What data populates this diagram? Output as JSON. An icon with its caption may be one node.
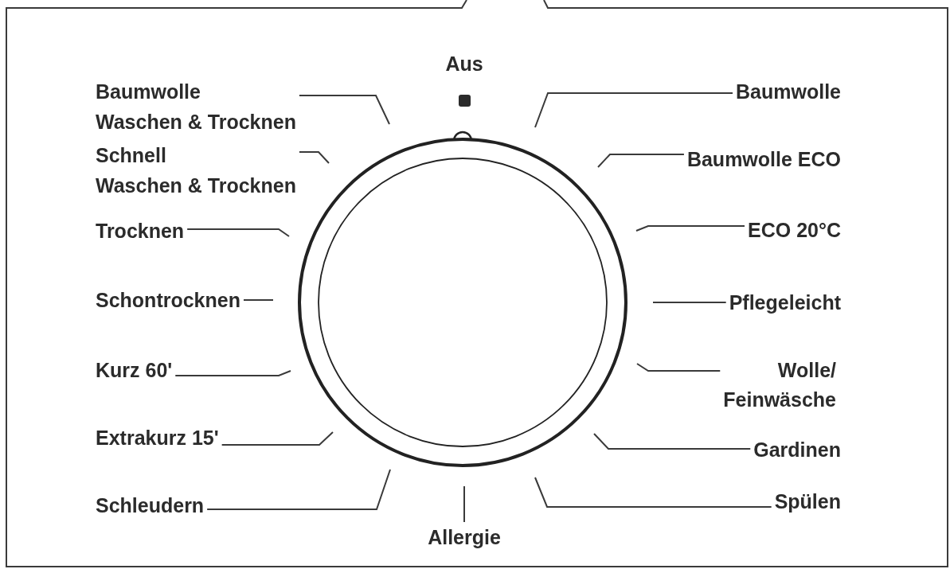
{
  "diagram": {
    "nodes": [
      {
        "text": [
          "Baumwolle Waschen & Trocknen"
        ]
      },
      {
        "text": [
          "Baumwolle"
        ]
      },
      {
        "text": [
          "Schnell Waschen & Trocknen"
        ]
      },
      {
        "text": [
          "Baumwolle ECO"
        ]
      },
      {
        "text": [
          "Trocknen"
        ]
      },
      {
        "text": [
          "ECO 20°C"
        ]
      },
      {
        "text": [
          "Schontrocknen"
        ]
      },
      {
        "text": [
          "Pflegeleicht"
        ]
      },
      {
        "text": [
          "Kurz 60'"
        ]
      },
      {
        "text": [
          "Wolle/ Feinwäsche"
        ]
      },
      {
        "text": [
          "Extrakurz 15'"
        ]
      },
      {
        "text": [
          "Gardinen"
        ]
      },
      {
        "text": [
          "Schleudern"
        ]
      },
      {
        "text": [
          "Spülen"
        ]
      },
      {
        "text": [
          "Allergie"
        ]
      }
    ],
    "edges": [
      {
        "from": 0,
        "to": null,
        "arrow": "none"
      },
      {
        "from": 1,
        "to": null,
        "arrow": "none"
      },
      {
        "from": 2,
        "to": null,
        "arrow": "none"
      },
      {
        "from": 3,
        "to": null,
        "arrow": "none"
      },
      {
        "from": 4,
        "to": null,
        "arrow": "none"
      },
      {
        "from": 5,
        "to": null,
        "arrow": "none"
      },
      {
        "from": 6,
        "to": null,
        "arrow": "none"
      },
      {
        "from": 7,
        "to": null,
        "arrow": "none"
      },
      {
        "from": 8,
        "to": null,
        "arrow": "none"
      },
      {
        "from": 9,
        "to": null,
        "arrow": "none"
      },
      {
        "from": 10,
        "to": null,
        "arrow": "none"
      },
      {
        "from": 11,
        "to": null,
        "arrow": "none"
      },
      {
        "from": 12,
        "to": null,
        "arrow": "none"
      },
      {
        "from": 13,
        "to": null,
        "arrow": "none"
      },
      {
        "from": 14,
        "to": null,
        "arrow": "none"
      }
    ],
    "labels": [
      "Aus"
    ]
  }
}
